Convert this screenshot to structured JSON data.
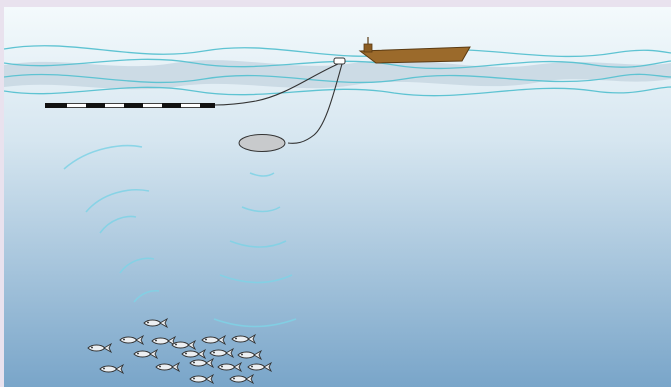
{
  "scene": {
    "description_items": [
      "boat",
      "buoy",
      "towed-streamer",
      "float",
      "sonar-waves",
      "fish-school"
    ],
    "colors": {
      "frame": "#e9e2ee",
      "water_top": "#f4fafc",
      "water_bottom": "#7aa6c9",
      "wave_line": "#5ec3d2",
      "wave_band": "#c7d6e1",
      "boat_hull": "#9b6a2b",
      "sonar_arc": "#7fd3e6",
      "float": "#c8cacc",
      "fish": "#eceff2"
    },
    "icons": [
      "boat-icon",
      "buoy-icon",
      "float-icon",
      "fish-icon"
    ]
  }
}
